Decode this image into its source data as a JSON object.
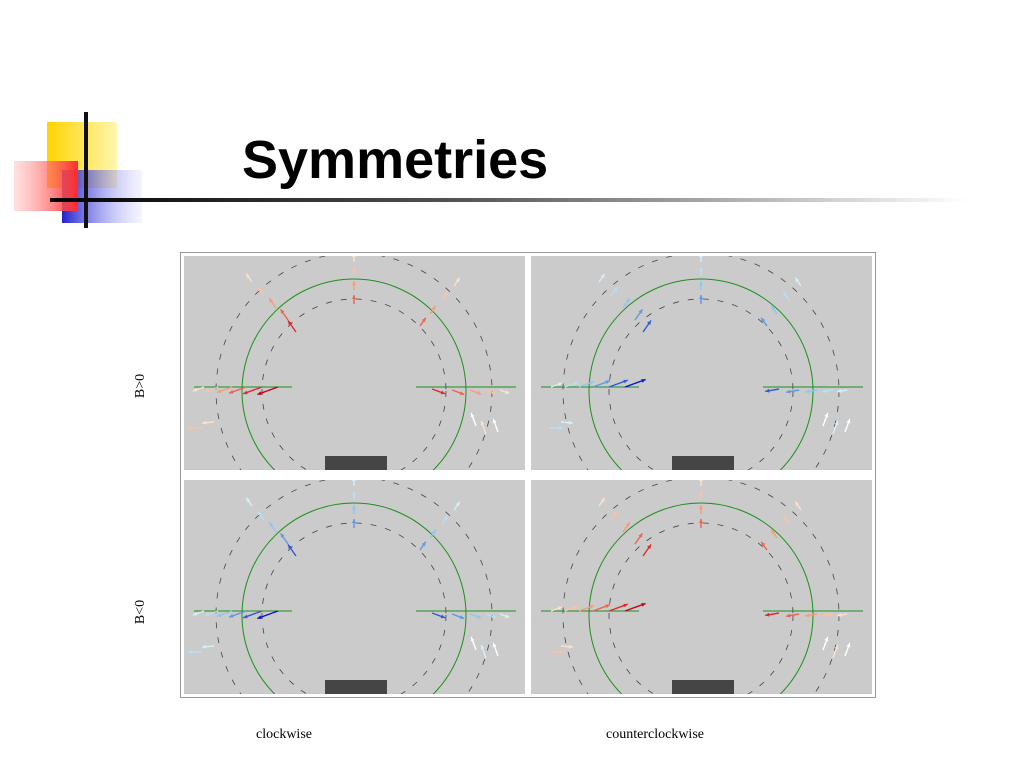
{
  "slide": {
    "title": "Symmetries"
  },
  "figure": {
    "row_labels": [
      "B>0",
      "B<0"
    ],
    "column_labels": [
      "clockwise",
      "counterclockwise"
    ],
    "panels": [
      {
        "id": "top-left",
        "row": "B>0",
        "column": "clockwise",
        "tint": "red",
        "palette": [
          "#ffffff",
          "#fde0cf",
          "#fbc3a6",
          "#f89c77",
          "#f0614b",
          "#e0282a",
          "#c5001a"
        ]
      },
      {
        "id": "top-right",
        "row": "B>0",
        "column": "counterclockwise",
        "tint": "blue",
        "palette": [
          "#ffffff",
          "#d8eefa",
          "#b6e0f6",
          "#8ec6f1",
          "#5d98e6",
          "#2f5ad8",
          "#0a16c8"
        ]
      },
      {
        "id": "bottom-left",
        "row": "B<0",
        "column": "clockwise",
        "tint": "blue",
        "palette": [
          "#ffffff",
          "#d8eefa",
          "#b6e0f6",
          "#8ec6f1",
          "#5d98e6",
          "#2f5ad8",
          "#0a16c8"
        ]
      },
      {
        "id": "bottom-right",
        "row": "B<0",
        "column": "counterclockwise",
        "tint": "red",
        "palette": [
          "#ffffff",
          "#fde0cf",
          "#fbc3a6",
          "#f89c77",
          "#f0614b",
          "#e0282a",
          "#c5001a"
        ]
      }
    ],
    "colors": {
      "panel_bg": "#cbcbcb",
      "circle": "#1d8f1d",
      "dashed": "#444444",
      "target_block": "#454545",
      "frame": "#999999"
    }
  }
}
